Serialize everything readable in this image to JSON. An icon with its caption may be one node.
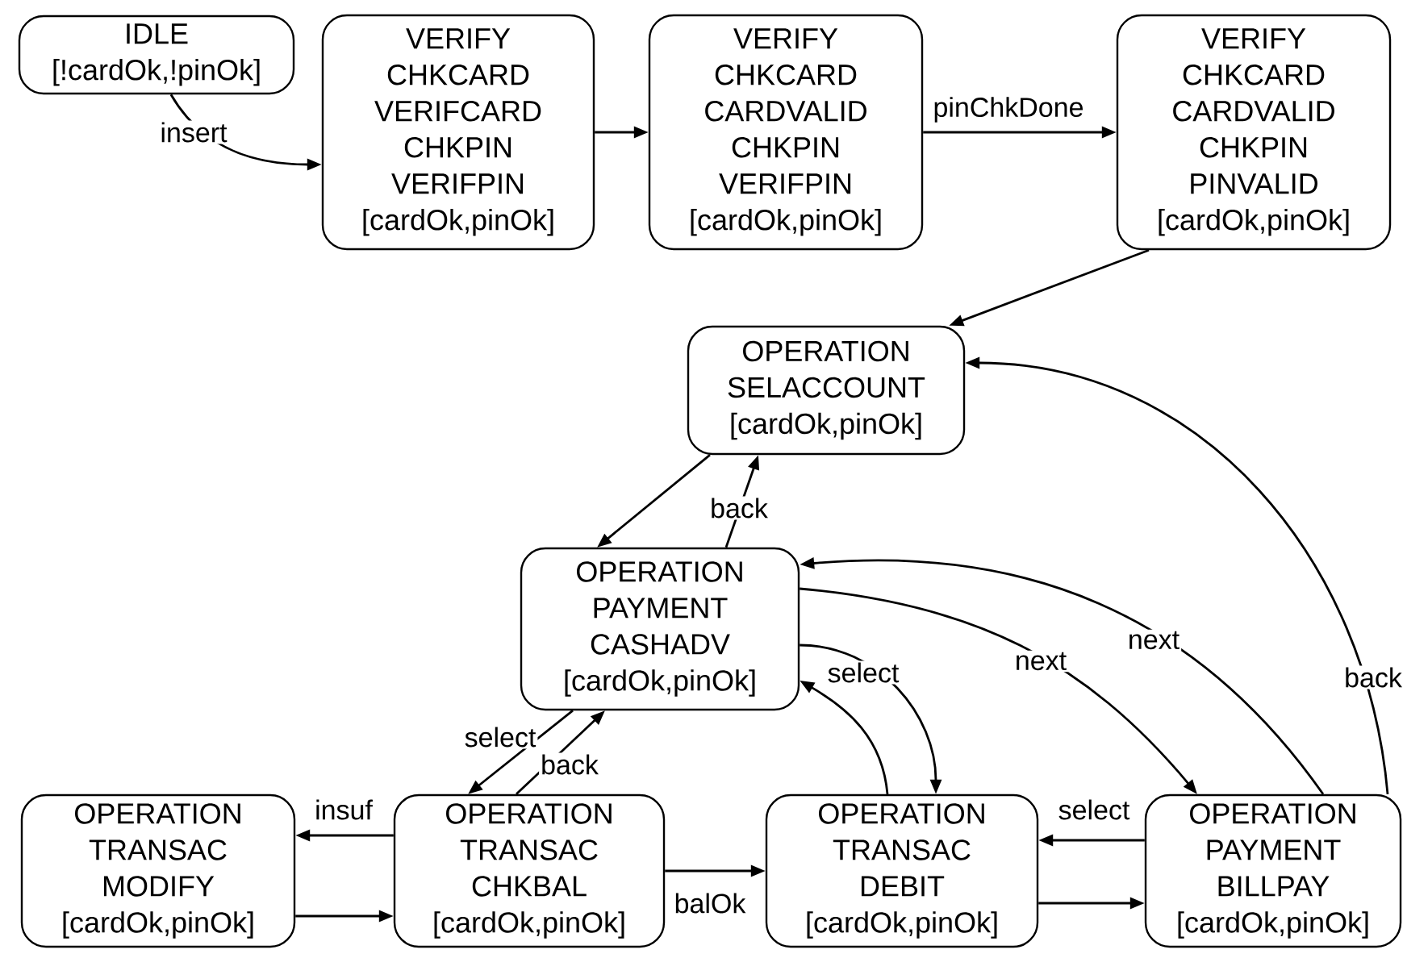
{
  "diagram": {
    "nodes": [
      {
        "text": [
          "IDLE",
          "[!cardOk,!pinOk]"
        ]
      },
      {
        "text": [
          "VERIFY",
          "CHKCARD",
          "VERIFCARD",
          "CHKPIN",
          "VERIFPIN",
          "[cardOk,pinOk]"
        ]
      },
      {
        "text": [
          "VERIFY",
          "CHKCARD",
          "CARDVALID",
          "CHKPIN",
          "VERIFPIN",
          "[cardOk,pinOk]"
        ]
      },
      {
        "text": [
          "VERIFY",
          "CHKCARD",
          "CARDVALID",
          "CHKPIN",
          "PINVALID",
          "[cardOk,pinOk]"
        ]
      },
      {
        "text": [
          "OPERATION",
          "SELACCOUNT",
          "[cardOk,pinOk]"
        ]
      },
      {
        "text": [
          "OPERATION",
          "PAYMENT",
          "CASHADV",
          "[cardOk,pinOk]"
        ]
      },
      {
        "text": [
          "OPERATION",
          "TRANSAC",
          "MODIFY",
          "[cardOk,pinOk]"
        ]
      },
      {
        "text": [
          "OPERATION",
          "TRANSAC",
          "CHKBAL",
          "[cardOk,pinOk]"
        ]
      },
      {
        "text": [
          "OPERATION",
          "TRANSAC",
          "DEBIT",
          "[cardOk,pinOk]"
        ]
      },
      {
        "text": [
          "OPERATION",
          "PAYMENT",
          "BILLPAY",
          "[cardOk,pinOk]"
        ]
      }
    ],
    "edges": [
      {
        "from": 0,
        "to": 1,
        "arrow": "to",
        "label": "insert"
      },
      {
        "from": 1,
        "to": 2,
        "arrow": "to"
      },
      {
        "from": 2,
        "to": 3,
        "arrow": "to",
        "label": "pinChkDone"
      },
      {
        "from": 3,
        "to": 4,
        "arrow": "to"
      },
      {
        "from": 4,
        "to": 5,
        "arrow": "to"
      },
      {
        "from": 5,
        "to": 4,
        "arrow": "to",
        "label": "back"
      },
      {
        "from": 5,
        "to": 7,
        "arrow": "to",
        "label": "select"
      },
      {
        "from": 7,
        "to": 5,
        "arrow": "to",
        "label": "back"
      },
      {
        "from": 7,
        "to": 6,
        "arrow": "to",
        "label": "insuf"
      },
      {
        "from": 6,
        "to": 7,
        "arrow": "to"
      },
      {
        "from": 7,
        "to": 8,
        "arrow": "to",
        "label": "balOk"
      },
      {
        "from": 8,
        "to": 5,
        "arrow": "to"
      },
      {
        "from": 5,
        "to": 8,
        "arrow": "to",
        "label": "select"
      },
      {
        "from": 5,
        "to": 9,
        "arrow": "to",
        "label": "next"
      },
      {
        "from": 9,
        "to": 5,
        "arrow": "to",
        "label": "next"
      },
      {
        "from": 9,
        "to": 8,
        "arrow": "to",
        "label": "select"
      },
      {
        "from": 8,
        "to": 9,
        "arrow": "to"
      },
      {
        "from": 9,
        "to": 4,
        "arrow": "to",
        "label": "back"
      }
    ]
  }
}
